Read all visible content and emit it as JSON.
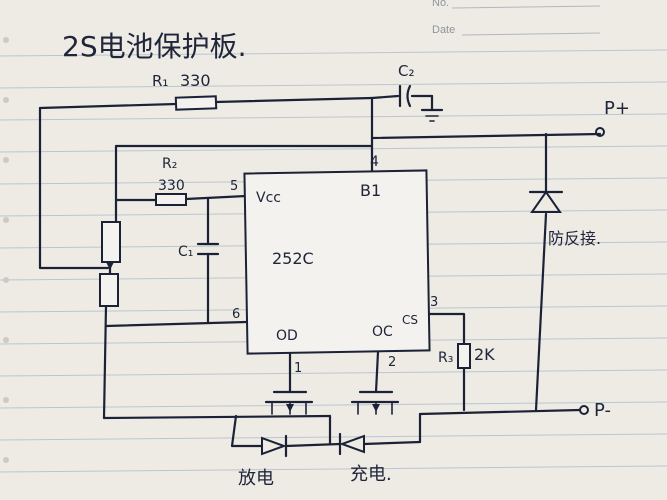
{
  "header": {
    "no_label": "No.",
    "date_label": "Date"
  },
  "title": "2S电池保护板.",
  "components": {
    "r1": {
      "designator": "R₁",
      "value": "330"
    },
    "c2": {
      "designator": "C₂"
    },
    "r2": {
      "designator": "R₂",
      "value": "330"
    },
    "c1": {
      "designator": "C₁"
    },
    "r3": {
      "designator": "R₃",
      "value": "2K"
    },
    "ic": {
      "name": "252C",
      "pin_vcc": "Vcc",
      "pin_b1": "B1",
      "pin_od": "OD",
      "pin_oc": "OC",
      "pin_cs": "CS",
      "pin_num_vcc": "5",
      "pin_num_b1": "4",
      "pin_num_vss": "6",
      "pin_num_od": "1",
      "pin_num_oc": "2",
      "pin_num_cs": "3"
    },
    "diode_reverse": {
      "label": "防反接."
    }
  },
  "terminals": {
    "p_plus": "P+",
    "p_minus": "P-"
  },
  "mosfets": {
    "discharge_label": "放电",
    "charge_label": "充电."
  }
}
